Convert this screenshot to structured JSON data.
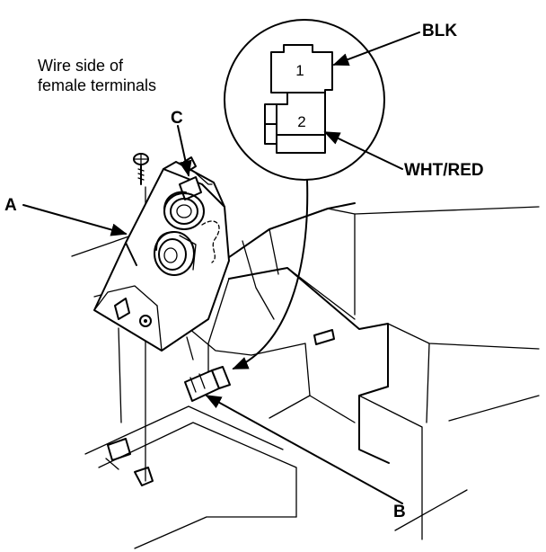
{
  "caption": {
    "line1": "Wire side of",
    "line2": "female terminals"
  },
  "callouts": {
    "a": "A",
    "b": "B",
    "c": "C"
  },
  "connector": {
    "terminal_1": "1",
    "terminal_2": "2",
    "wire_1": "BLK",
    "wire_2": "WHT/RED"
  }
}
